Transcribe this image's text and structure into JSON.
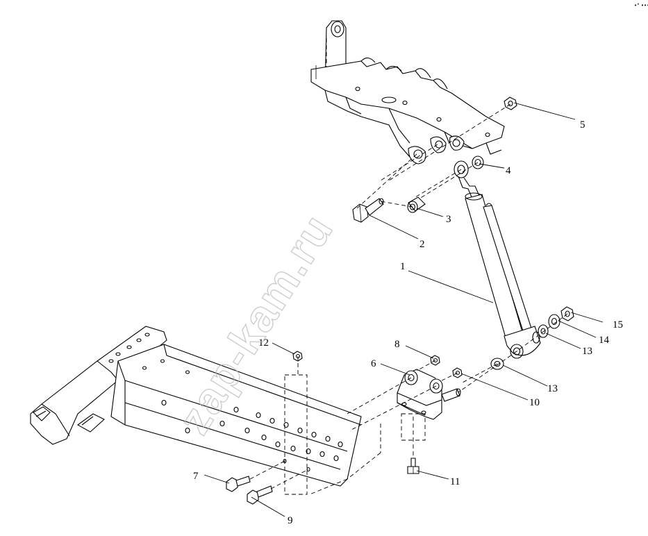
{
  "watermark": "zap-kam.ru",
  "corner_mark": "•° •••",
  "callouts": [
    {
      "id": "1",
      "label": "1"
    },
    {
      "id": "2",
      "label": "2"
    },
    {
      "id": "3",
      "label": "3"
    },
    {
      "id": "4",
      "label": "4"
    },
    {
      "id": "5",
      "label": "5"
    },
    {
      "id": "6",
      "label": "6"
    },
    {
      "id": "7",
      "label": "7"
    },
    {
      "id": "8",
      "label": "8"
    },
    {
      "id": "9",
      "label": "9"
    },
    {
      "id": "10",
      "label": "10"
    },
    {
      "id": "11",
      "label": "11"
    },
    {
      "id": "12",
      "label": "12"
    },
    {
      "id": "13a",
      "label": "13"
    },
    {
      "id": "13b",
      "label": "13"
    },
    {
      "id": "14",
      "label": "14"
    },
    {
      "id": "15",
      "label": "15"
    }
  ]
}
